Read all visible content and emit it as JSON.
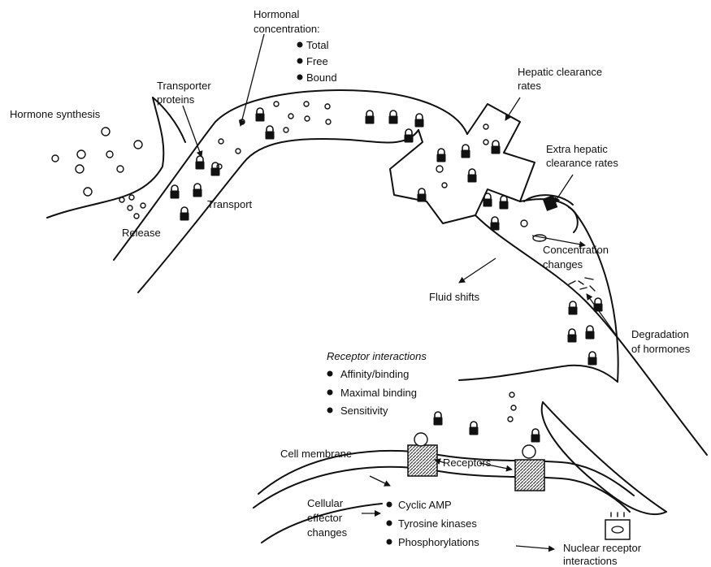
{
  "labels": {
    "hormonal_concentration": [
      "Hormonal",
      "concentration:"
    ],
    "concentration_items": [
      "Total",
      "Free",
      "Bound"
    ],
    "transporter_proteins": [
      "Transporter",
      "proteins"
    ],
    "hormone_synthesis": "Hormone synthesis",
    "transport": "Transport",
    "release": "Release",
    "hepatic_clearance": [
      "Hepatic clearance",
      "rates"
    ],
    "extra_hepatic_clearance": [
      "Extra hepatic",
      "clearance rates"
    ],
    "concentration_changes": [
      "Concentration",
      "changes"
    ],
    "fluid_shifts": "Fluid shifts",
    "degradation": [
      "Degradation",
      "of hormones"
    ],
    "receptor_interactions_title": "Receptor interactions",
    "receptor_items": [
      "Affinity/binding",
      "Maximal binding",
      "Sensitivity"
    ],
    "cell_membrane": "Cell membrane",
    "receptors": "Receptors",
    "cellular_effector": [
      "Cellular",
      "effector",
      "changes"
    ],
    "effector_items": [
      "Cyclic AMP",
      "Tyrosine kinases",
      "Phosphorylations"
    ],
    "nuclear_receptor": [
      "Nuclear receptor",
      "interactions"
    ]
  },
  "colors": {
    "ink": "#111111",
    "background": "#ffffff",
    "receptor_fill": "#9a9a9a"
  }
}
